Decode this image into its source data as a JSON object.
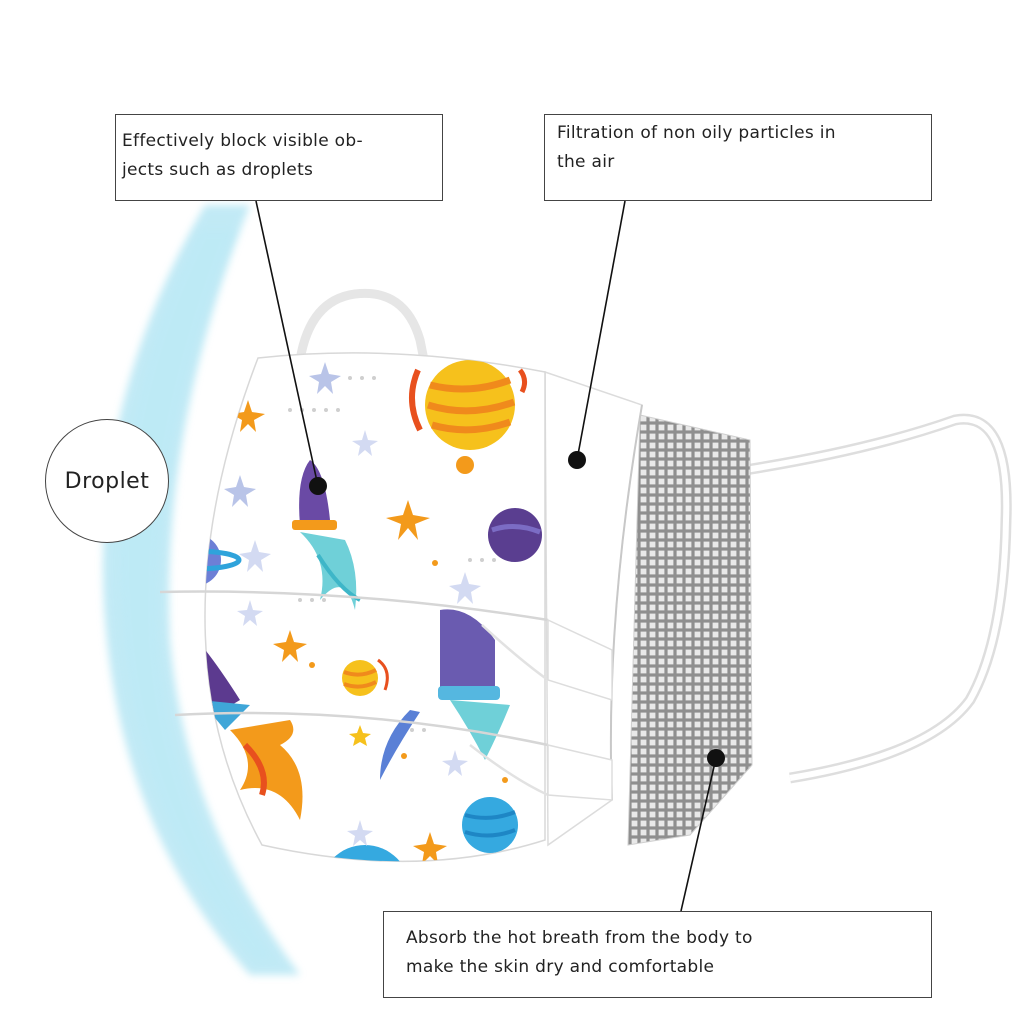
{
  "callouts": {
    "droplets": {
      "line1": "Effectively block visible ob-",
      "line2": "jects such as droplets"
    },
    "filtration": {
      "line1": "Filtration of non oily particles in",
      "line2": "the air"
    },
    "absorb": {
      "line1": "Absorb the hot breath from the body to",
      "line2": "make the skin dry and comfortable"
    }
  },
  "droplet_label": "Droplet",
  "colors": {
    "shield": "#7ed3ea",
    "mask_fabric": "#ffffff",
    "inner_mesh": "#b7b7b7",
    "leader_line": "#111111",
    "planet_yellow": "#f6c11c",
    "planet_blue": "#35a9e0",
    "rocket_purple": "#5c3a8f",
    "star_orange": "#f39a1b"
  }
}
